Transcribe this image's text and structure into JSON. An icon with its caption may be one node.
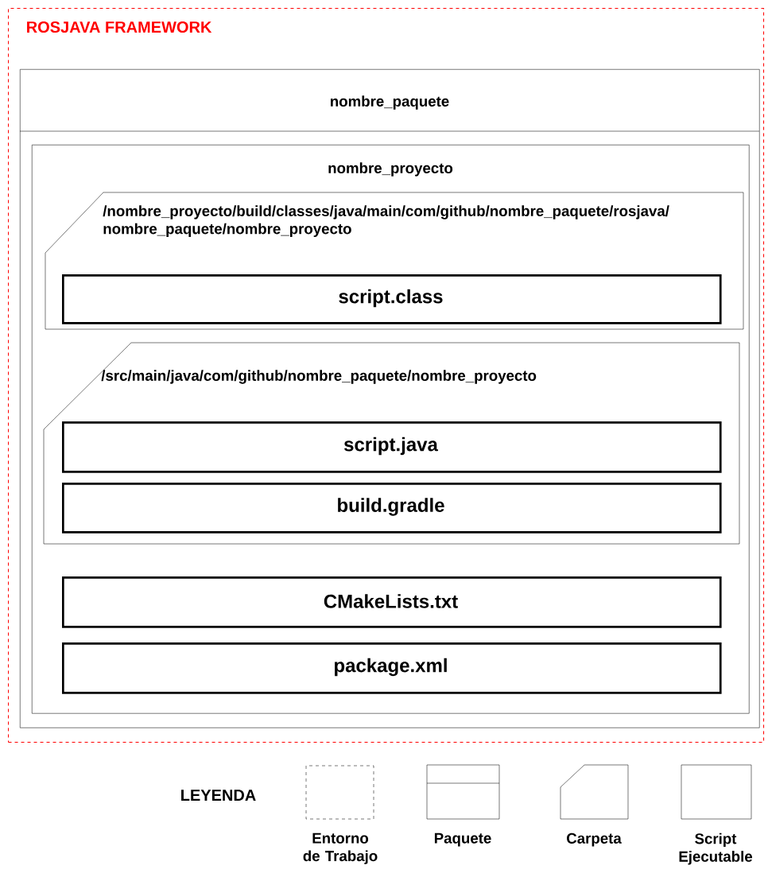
{
  "diagram": {
    "nodes": [
      {
        "text": [
          "ROSJAVA FRAMEWORK"
        ]
      },
      {
        "text": [
          "nombre_paquete"
        ],
        "in": 0
      },
      {
        "text": [
          "nombre_proyecto"
        ],
        "in": 1
      },
      {
        "text": [
          "/nombre_proyecto/build/classes/java/main/com/github/nombre_paquete/rosjava/nombre_paquete/nombre_proyecto"
        ],
        "in": 2
      },
      {
        "text": [
          "script.class"
        ],
        "in": 3
      },
      {
        "text": [
          "/src/main/java/com/github/nombre_paquete/nombre_proyecto"
        ],
        "in": 2
      },
      {
        "text": [
          "script.java"
        ],
        "in": 5
      },
      {
        "text": [
          "build.gradle"
        ],
        "in": 5
      },
      {
        "text": [
          "CMakeLists.txt"
        ],
        "in": 2
      },
      {
        "text": [
          "package.xml"
        ],
        "in": 2
      }
    ],
    "labels": [
      "LEYENDA"
    ],
    "legend": [
      {
        "text": "Entorno de Trabajo"
      },
      {
        "text": "Paquete"
      },
      {
        "text": "Carpeta"
      },
      {
        "text": "Script Ejecutable"
      }
    ]
  }
}
